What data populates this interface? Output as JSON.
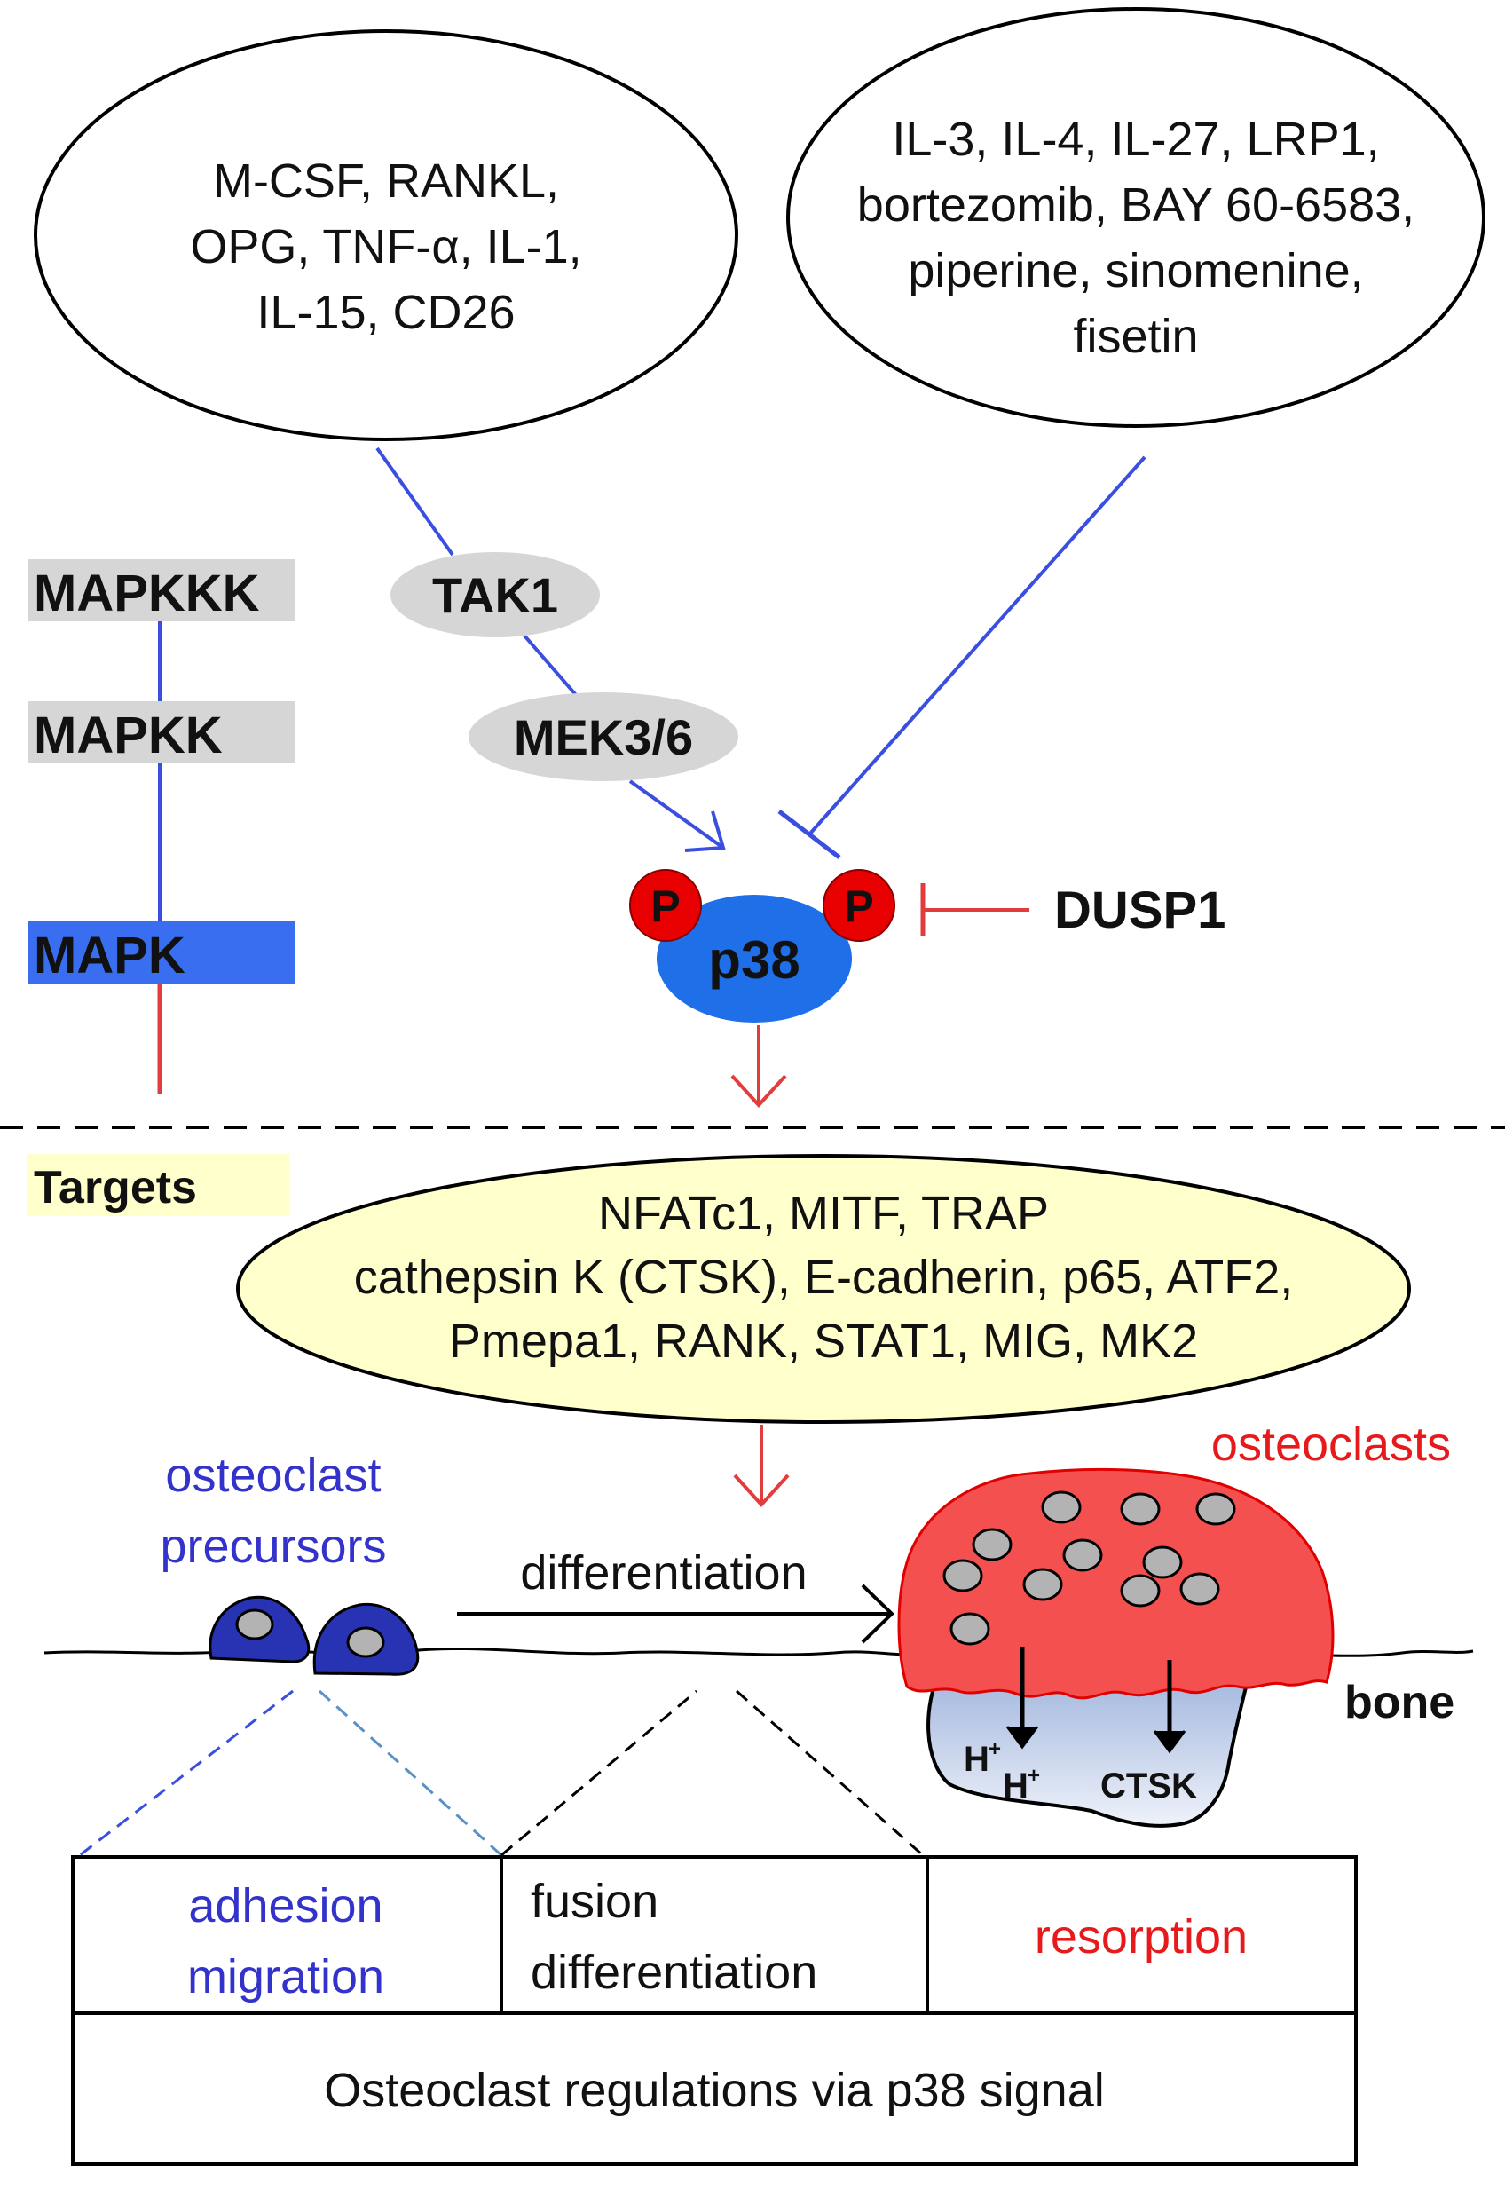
{
  "stimulators": {
    "lines": [
      "M-CSF, RANKL,",
      "OPG, TNF-α, IL-1,",
      "IL-15, CD26"
    ]
  },
  "inhibitors": {
    "lines": [
      "IL-3, IL-4, IL-27, LRP1,",
      "bortezomib, BAY 60-6583,",
      "piperine, sinomenine,",
      "fisetin"
    ]
  },
  "cascade_legend": {
    "mapkkk": "MAPKKK",
    "mapkk": "MAPKK",
    "mapk": "MAPK"
  },
  "kinases": {
    "tak1": "TAK1",
    "mek": "MEK3/6",
    "p38": "p38",
    "phospho": "P",
    "dusp1": "DUSP1"
  },
  "targets": {
    "label": "Targets",
    "lines": [
      "NFATc1, MITF, TRAP",
      "cathepsin K (CTSK), E-cadherin, p65, ATF2,",
      "Pmepa1, RANK, STAT1, MIG, MK2"
    ]
  },
  "cells": {
    "precursors_lines": [
      "osteoclast",
      "precursors"
    ],
    "differentiation": "differentiation",
    "osteoclasts": "osteoclasts",
    "bone": "bone",
    "proton": "H",
    "proton_charge": "+",
    "ctsk": "CTSK"
  },
  "regulation_table": {
    "col1": [
      "adhesion",
      "migration"
    ],
    "col2": [
      "fusion",
      "differentiation"
    ],
    "col3": "resorption",
    "caption": "Osteoclast regulations via p38 signal"
  },
  "colors": {
    "blue_text": "#3333cc",
    "red_text": "#e8191a",
    "pathway_blue": "#3a4fe0",
    "inhibit_red": "#e23c3c",
    "p38_fill": "#1f6fe8",
    "phospho_fill": "#e80000",
    "gray_box": "#d6d6d6",
    "target_fill": "#ffffcc",
    "osteoclast_fill": "#f55050",
    "bone_fill": "#c9d6ec"
  }
}
